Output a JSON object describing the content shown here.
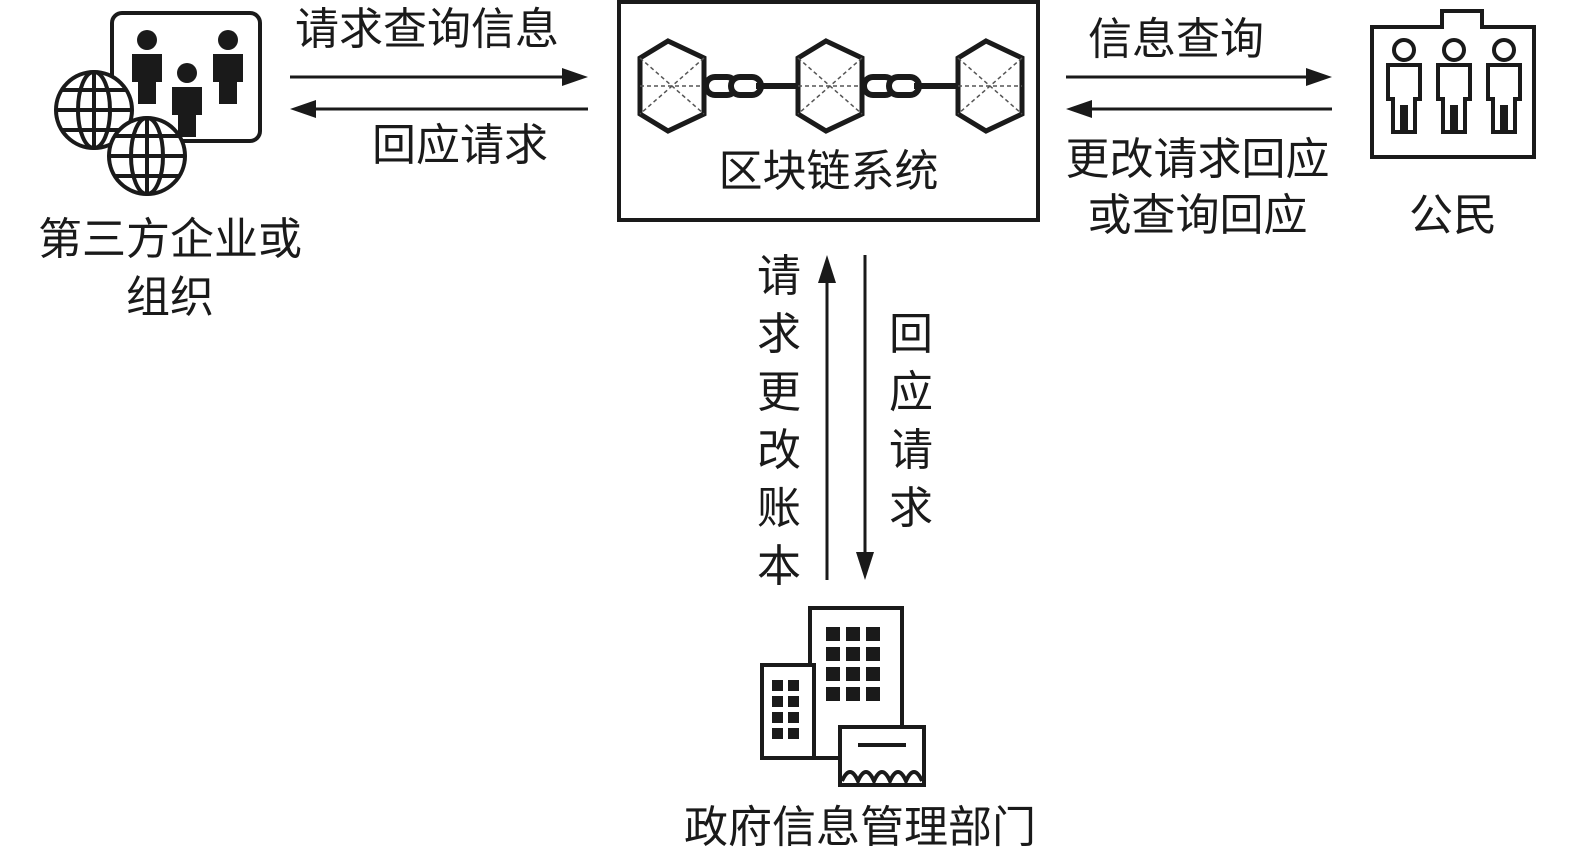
{
  "nodes": {
    "third_party": {
      "label_line1": "第三方企业或",
      "label_line2": "组织"
    },
    "blockchain": {
      "label": "区块链系统"
    },
    "citizen": {
      "label": "公民"
    },
    "government": {
      "label": "政府信息管理部门"
    }
  },
  "edges": {
    "tp_to_bc": "请求查询信息",
    "bc_to_tp": "回应请求",
    "bc_to_citizen": "信息查询",
    "citizen_to_bc_line1": "更改请求回应",
    "citizen_to_bc_line2": "或查询回应",
    "gov_to_bc": "请\n求\n更\n改\n账\n本",
    "bc_to_gov": "回\n应\n请\n求"
  }
}
